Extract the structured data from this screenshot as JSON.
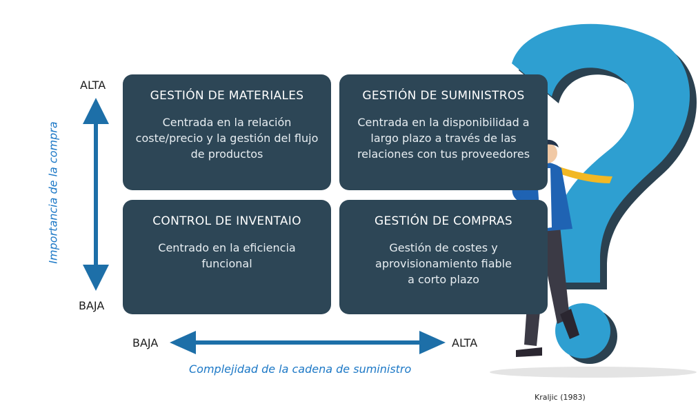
{
  "quadrants": [
    {
      "title": "GESTIÓN DE MATERIALES",
      "text": "Centrada en la relación coste/precio y la gestión del flujo de productos"
    },
    {
      "title": "GESTIÓN DE SUMINISTROS",
      "text": "Centrada en la disponibilidad a largo plazo a través de las relaciones con tus proveedores"
    },
    {
      "title": "CONTROL DE INVENTAIO",
      "text": "Centrado en la eficiencia funcional"
    },
    {
      "title": "GESTIÓN DE COMPRAS",
      "text": "Gestión de costes y aprovisionamiento fiable a corto plazo"
    }
  ],
  "y_axis": {
    "high": "ALTA",
    "low": "BAJA",
    "title": "Importancia de la compra"
  },
  "x_axis": {
    "low": "BAJA",
    "high": "ALTA",
    "title": "Complejidad de la cadena de suministro"
  },
  "source": "Kraljic (1983)",
  "colors": {
    "box": "#2d4656",
    "arrow": "#1d6fa8",
    "accent": "#2e9fd1",
    "axis_title": "#1c78c6"
  },
  "icons": [
    "question-mark-icon",
    "thinking-man-illustration"
  ]
}
